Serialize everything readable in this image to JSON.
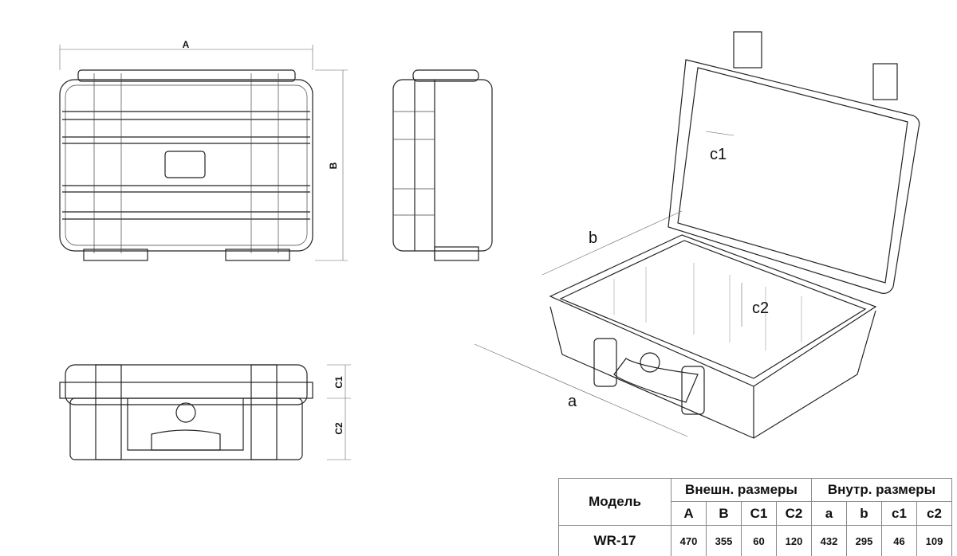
{
  "drawing_labels": {
    "A": "A",
    "B": "B",
    "C1": "C1",
    "C2": "C2",
    "a": "a",
    "b": "b",
    "c1": "c1",
    "c2": "c2"
  },
  "table": {
    "model_header": "Модель",
    "outer_header": "Внешн. размеры",
    "inner_header": "Внутр. размеры",
    "columns": [
      "A",
      "B",
      "C1",
      "C2",
      "a",
      "b",
      "c1",
      "c2"
    ],
    "rows": [
      {
        "model": "WR-17",
        "values": [
          "470",
          "355",
          "60",
          "120",
          "432",
          "295",
          "46",
          "109"
        ]
      }
    ]
  }
}
